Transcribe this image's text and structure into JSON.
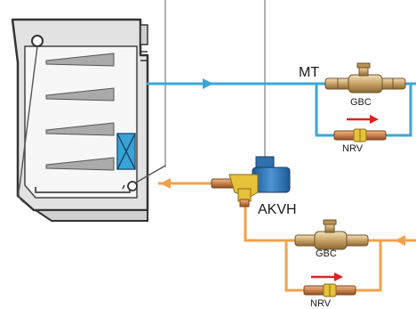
{
  "labels": {
    "suction_line": "MT",
    "valve_top": "GBC",
    "check_top": "NRV",
    "expansion_valve": "AKVH",
    "valve_bottom": "GBC",
    "check_bottom": "NRV"
  },
  "colors": {
    "suction_pipe": "#3aa7d9",
    "liquid_pipe": "#f3a14a",
    "flow_arrow": "#e02020",
    "cabinet_outline": "#333333",
    "cabinet_fill": "#dedede",
    "evaporator": "#3aa3d6",
    "valve_body": "#c8a266",
    "solenoid": "#3b7fbf",
    "brass": "#e6c23a"
  },
  "icons": {
    "gbc": "ball-valve-icon",
    "nrv": "check-valve-icon",
    "akvh": "solenoid-expansion-valve-icon"
  }
}
